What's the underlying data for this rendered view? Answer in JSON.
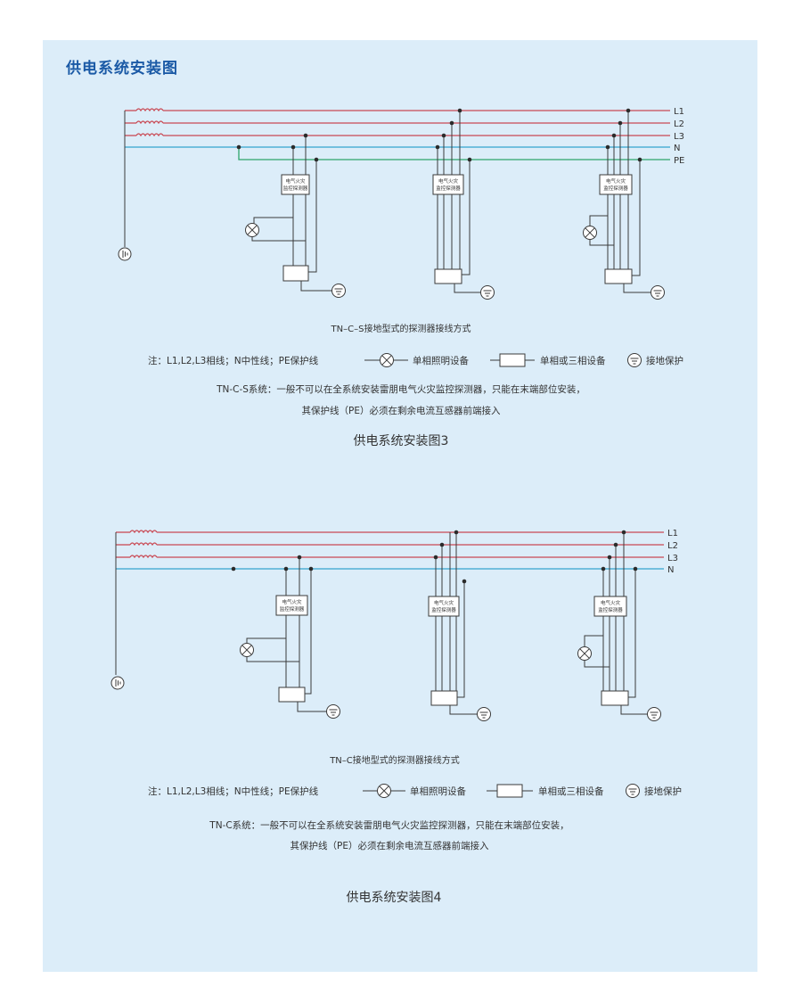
{
  "page_title": "供电系统安装图",
  "line_labels_a": [
    "L1",
    "L2",
    "L3",
    "N",
    "PE"
  ],
  "line_labels_b": [
    "L1",
    "L2",
    "L3",
    "N"
  ],
  "detector_label": [
    "电气火灾",
    "监控探测器"
  ],
  "diagram_a": {
    "caption": "TN–C–S接地型式的探测器接线方式",
    "note_lines": "注：L1,L2,L3相线；N中性线；PE保护线",
    "legend": {
      "lamp": "单相照明设备",
      "equipment": "单相或三相设备",
      "ground": "接地保护"
    },
    "remark_1": "TN-C-S系统：一般不可以在全系统安装雷朋电气火灾监控探测器，只能在末端部位安装，",
    "remark_2": "其保护线（PE）必须在剩余电流互感器前端接入",
    "figure_title": "供电系统安装图3"
  },
  "diagram_b": {
    "caption": "TN–C接地型式的探测器接线方式",
    "note_lines": "注：L1,L2,L3相线；N中性线；PE保护线",
    "legend": {
      "lamp": "单相照明设备",
      "equipment": "单相或三相设备",
      "ground": "接地保护"
    },
    "remark_1": "TN-C系统：一般不可以在全系统安装雷朋电气火灾监控探测器，只能在末端部位安装，",
    "remark_2": "其保护线（PE）必须在剩余电流互感器前端接入",
    "figure_title": "供电系统安装图4"
  },
  "colors": {
    "panel": "#dcedf9",
    "title": "#1b5aa6",
    "phase": "#c94a55",
    "neutral": "#33a4cf",
    "pe": "#2ea66b"
  }
}
